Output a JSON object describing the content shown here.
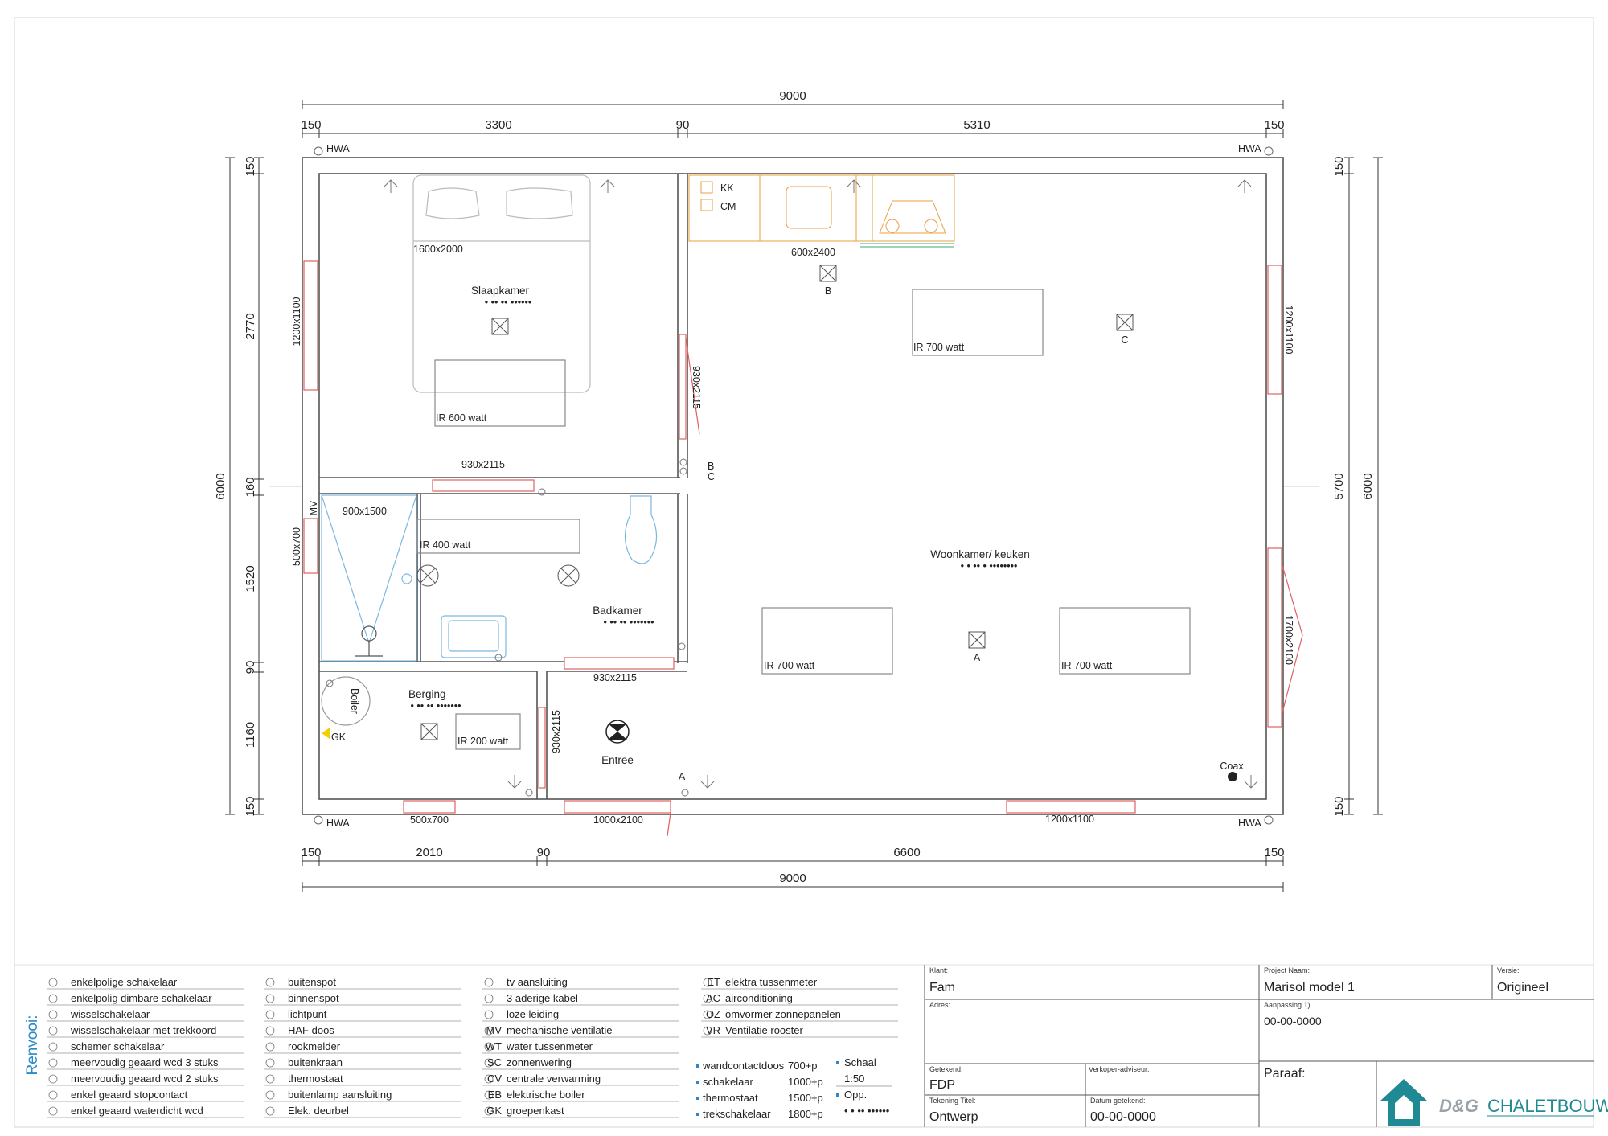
{
  "dimensions": {
    "total_top": "9000",
    "top_segments": [
      "150",
      "3300",
      "90",
      "5310",
      "150"
    ],
    "total_bottom": "9000",
    "bottom_segments": [
      "150",
      "2010",
      "90",
      "6600",
      "150"
    ],
    "left_segments": [
      "150",
      "2770",
      "160",
      "1520",
      "90",
      "1160",
      "150"
    ],
    "left_total": "6000",
    "right_segments": [
      "150",
      "5700",
      "150"
    ],
    "right_total": "6000"
  },
  "rooms": {
    "slaapkamer": {
      "name": "Slaapkamer",
      "area": "• •• ••  ••••••"
    },
    "woonkamer": {
      "name": "Woonkamer/ keuken",
      "area": "• • •• •  ••••••••"
    },
    "badkamer": {
      "name": "Badkamer",
      "area": "• •• ••  •••••••"
    },
    "berging": {
      "name": "Berging",
      "area": "• •• ••  •••••••"
    },
    "entree": {
      "name": "Entree"
    }
  },
  "labels": {
    "hwa": "HWA",
    "bed": "1600x2000",
    "ir_slaap": "IR 600 watt",
    "ir_woon_top": "IR 700 watt",
    "ir_woon_left": "IR 700 watt",
    "ir_woon_right": "IR 700 watt",
    "ir_bad": "IR 400 watt",
    "ir_berging": "IR 200 watt",
    "kk": "KK",
    "cm": "CM",
    "kitchen": "600x2400",
    "shower": "900x1500",
    "win_slaap_left": "1200x1100",
    "win_woon_right_top": "1200x1100",
    "door_slaap": "930x2115",
    "door_slaap_side": "930x2115",
    "win_bad_left": "500x700",
    "door_bad": "930x2115",
    "door_berging": "930x2115",
    "win_woon_right_low": "1700x2100",
    "win_berging_bottom": "500x700",
    "door_entree": "1000x2100",
    "win_woon_bottom": "1200x1100",
    "mv": "MV",
    "boiler": "Boiler",
    "gk": "GK",
    "coax": "Coax",
    "point_a": "A",
    "point_b": "B",
    "point_c": "C"
  },
  "legend": {
    "title": "Renvooi:",
    "col1": [
      "enkelpolige schakelaar",
      "enkelpolig dimbare schakelaar",
      "wisselschakelaar",
      "wisselschakelaar met trekkoord",
      "schemer schakelaar",
      "meervoudig geaard wcd 3 stuks",
      "meervoudig geaard wcd 2 stuks",
      "enkel geaard stopcontact",
      "enkel geaard waterdicht wcd"
    ],
    "col2": [
      "buitenspot",
      "binnenspot",
      "lichtpunt",
      "HAF doos",
      "rookmelder",
      "buitenkraan",
      "thermostaat",
      "buitenlamp aansluiting",
      "Elek. deurbel"
    ],
    "col3": [
      {
        "code": "",
        "text": "tv aansluiting"
      },
      {
        "code": "",
        "text": "3 aderige kabel"
      },
      {
        "code": "",
        "text": "loze leiding"
      },
      {
        "code": "MV",
        "text": "mechanische ventilatie"
      },
      {
        "code": "WT",
        "text": "water tussenmeter"
      },
      {
        "code": "SC",
        "text": "zonnenwering"
      },
      {
        "code": "CV",
        "text": "centrale verwarming"
      },
      {
        "code": "EB",
        "text": "elektrische boiler"
      },
      {
        "code": "GK",
        "text": "groepenkast"
      }
    ],
    "col4": [
      {
        "code": "ET",
        "text": "elektra tussenmeter"
      },
      {
        "code": "AC",
        "text": "airconditioning"
      },
      {
        "code": "OZ",
        "text": "omvormer zonnepanelen"
      },
      {
        "code": "VR",
        "text": "Ventilatie rooster"
      }
    ],
    "heights": [
      {
        "label": "wandcontactdoos",
        "value": "700+p"
      },
      {
        "label": "schakelaar",
        "value": "1000+p"
      },
      {
        "label": "thermostaat",
        "value": "1500+p"
      },
      {
        "label": "trekschakelaar",
        "value": "1800+p"
      }
    ],
    "scale_label": "Schaal",
    "scale_value": "1:50",
    "opp_label": "Opp.",
    "opp_value": "• • ••  ••••••"
  },
  "titleblock": {
    "klant_label": "Klant:",
    "klant": "Fam",
    "project_label": "Project Naam:",
    "project": "Marisol model 1",
    "versie_label": "Versie:",
    "versie": "Origineel",
    "adres_label": "Adres:",
    "aanpassing_label": "Aanpassing 1)",
    "aanpassing": "00-00-0000",
    "getekend_label": "Getekend:",
    "getekend": "FDP",
    "verkoper_label": "Verkoper-adviseur:",
    "paraaf_label": "Paraaf:",
    "tekening_label": "Tekening Titel:",
    "tekening": "Ontwerp",
    "datum_label": "Datum getekend:",
    "datum": "00-00-0000",
    "logo_dg": "D&G",
    "logo_cb": "CHALETBOUW"
  },
  "colors": {
    "wall": "#555555",
    "window": "#e06060",
    "kitchen": "#e8a040",
    "sanitary": "#7ab8e0",
    "logo": "#1f8a94",
    "legend_title": "#2a8ac8"
  }
}
